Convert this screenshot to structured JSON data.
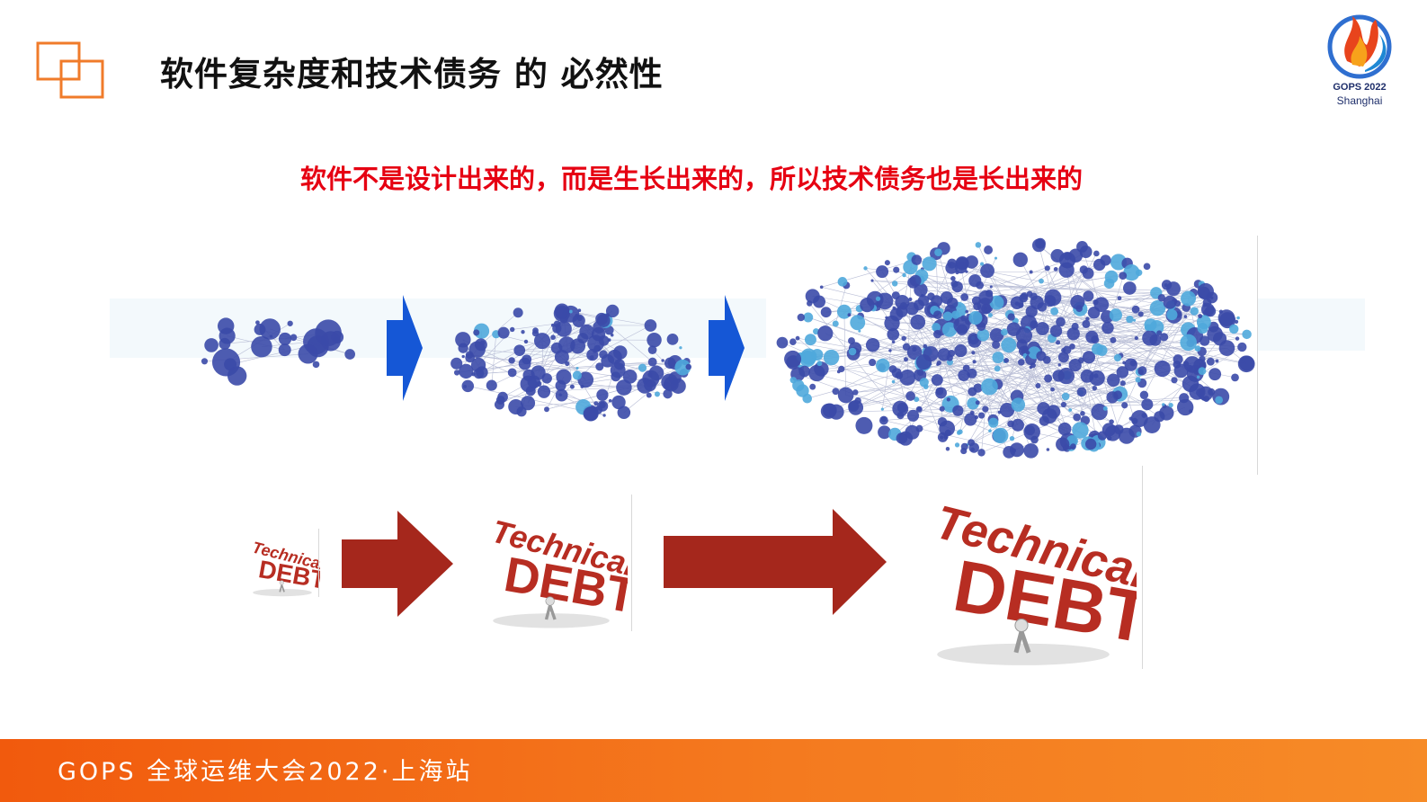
{
  "header": {
    "title": "软件复杂度和技术债务 的 必然性",
    "brand": {
      "year_label": "GOPS 2022",
      "city": "Shanghai"
    }
  },
  "subtitle": "软件不是设计出来的，而是生长出来的，所以技术债务也是长出来的",
  "debt_images": [
    {
      "word_top": "Technical",
      "word_bottom": "DEBT"
    },
    {
      "word_top": "Technical",
      "word_bottom": "DEBT"
    },
    {
      "word_top": "Technical",
      "word_bottom": "DEBT"
    }
  ],
  "footer": {
    "text": "GOPS 全球运维大会2022·上海站"
  },
  "colors": {
    "accent": "#e60012",
    "arrow_blue": "#1557d6",
    "arrow_red": "#a5271c",
    "footer": "#f47a1f",
    "node": "#3b4aa8",
    "node_light": "#4fa8dc"
  },
  "icons": [
    "overlapping-squares-icon",
    "gops-flame-logo",
    "right-arrow-icon"
  ]
}
